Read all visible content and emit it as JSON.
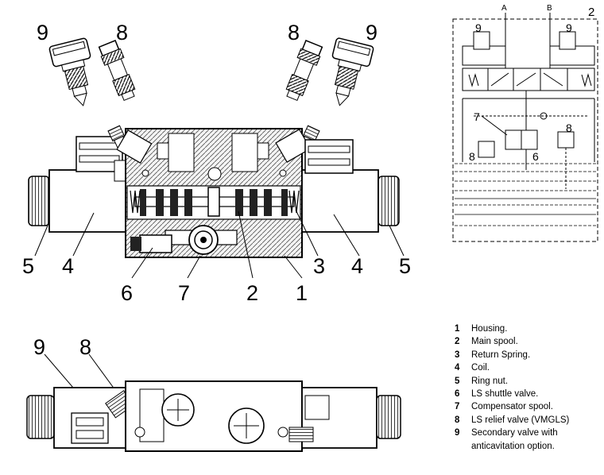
{
  "callouts": {
    "top_left_9": "9",
    "top_left_8": "8",
    "top_right_8": "8",
    "top_right_9": "9",
    "left_5": "5",
    "left_4": "4",
    "left_6": "6",
    "left_7": "7",
    "mid_2": "2",
    "mid_1": "1",
    "right_3": "3",
    "right_4": "4",
    "right_5": "5",
    "bottom_9": "9",
    "bottom_8": "8"
  },
  "schematic": {
    "figure_number": "2",
    "port_a": "A",
    "port_b": "B",
    "left_secondary": "9",
    "right_secondary": "9",
    "compensator": "7",
    "left_relief": "8",
    "right_relief": "8",
    "shuttle": "6"
  },
  "legend": [
    {
      "num": "1",
      "text": "Housing."
    },
    {
      "num": "2",
      "text": "Main spool."
    },
    {
      "num": "3",
      "text": "Return Spring."
    },
    {
      "num": "4",
      "text": "Coil."
    },
    {
      "num": "5",
      "text": "Ring nut."
    },
    {
      "num": "6",
      "text": "LS shuttle valve."
    },
    {
      "num": "7",
      "text": "Compensator spool."
    },
    {
      "num": "8",
      "text": "LS relief valve (VMGLS)"
    },
    {
      "num": "9",
      "text": "Secondary valve with anticavitation option."
    }
  ]
}
